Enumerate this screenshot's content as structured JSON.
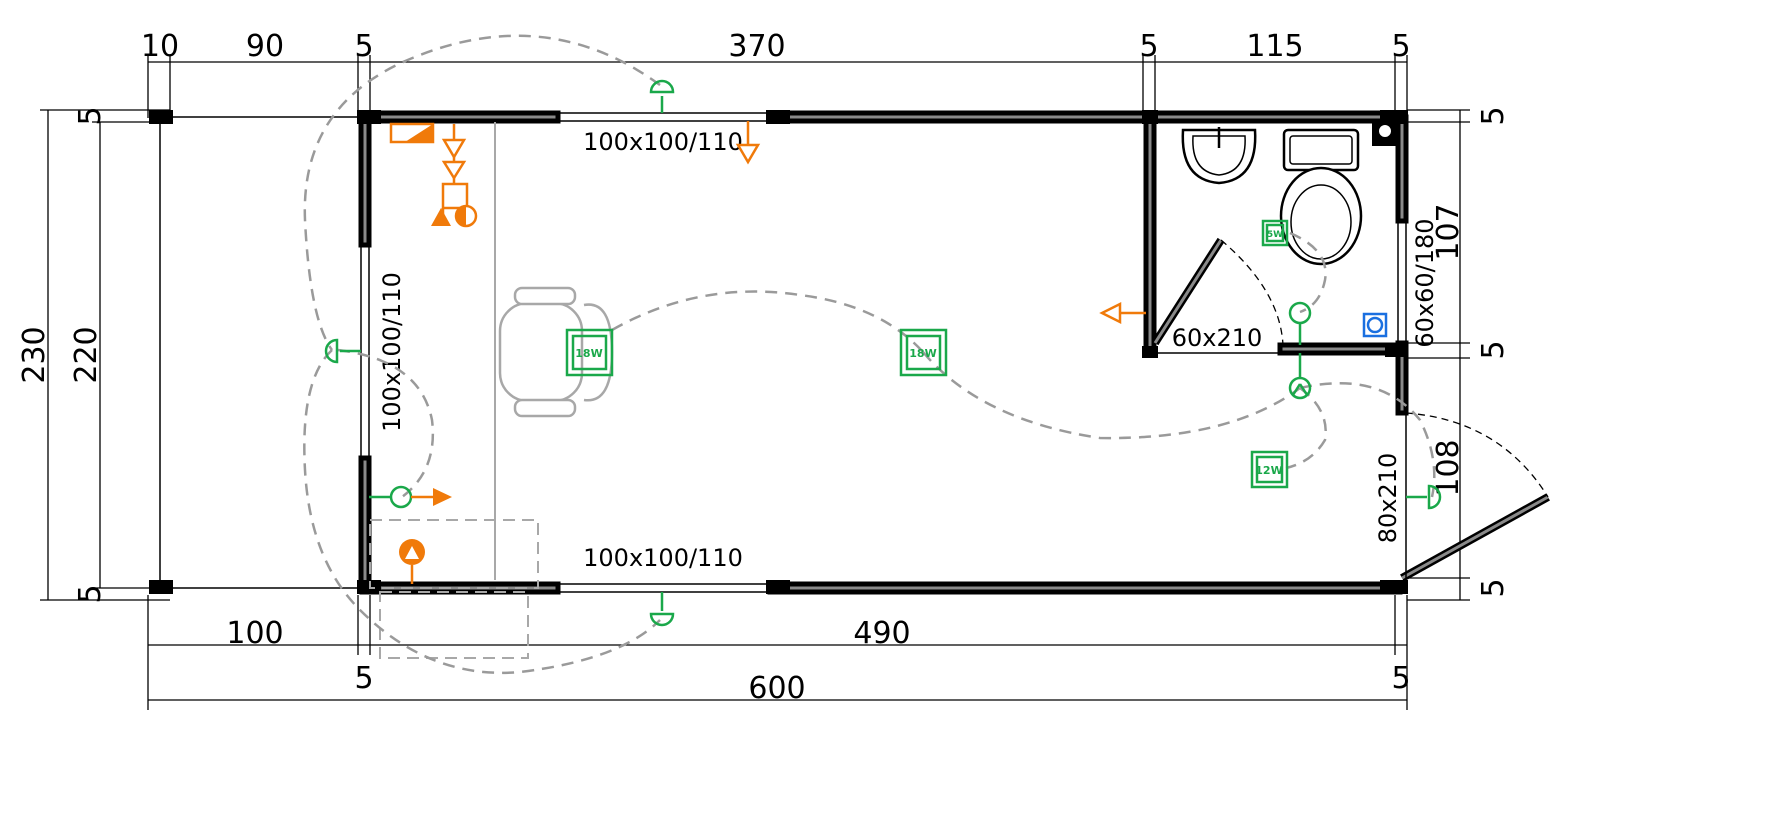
{
  "dimensions": {
    "top": [
      "10",
      "90",
      "5",
      "370",
      "5",
      "115",
      "5"
    ],
    "bottom_inner": [
      "100",
      "490"
    ],
    "bottom_outer": [
      "5",
      "600",
      "5"
    ],
    "left": [
      "5",
      "230",
      "220",
      "5"
    ],
    "right": [
      "5",
      "107",
      "5",
      "108",
      "5"
    ]
  },
  "openings": {
    "window_top": "100x100/110",
    "window_bottom": "100x100/110",
    "window_left": "100x100/110",
    "window_bath": "60x60/180",
    "door_bath": "60x210",
    "door_entry": "80x210"
  },
  "lamps": {
    "lamp_1": "18W",
    "lamp_2": "18W",
    "lamp_3": "12W",
    "lamp_4": "5W"
  },
  "colors": {
    "electrical": "#1aa84a",
    "plumbing": "#f07a0a",
    "wall_fill": "#8a8a8a",
    "wire": "#9a9a9a",
    "water_heater": "#1a6fe0"
  }
}
